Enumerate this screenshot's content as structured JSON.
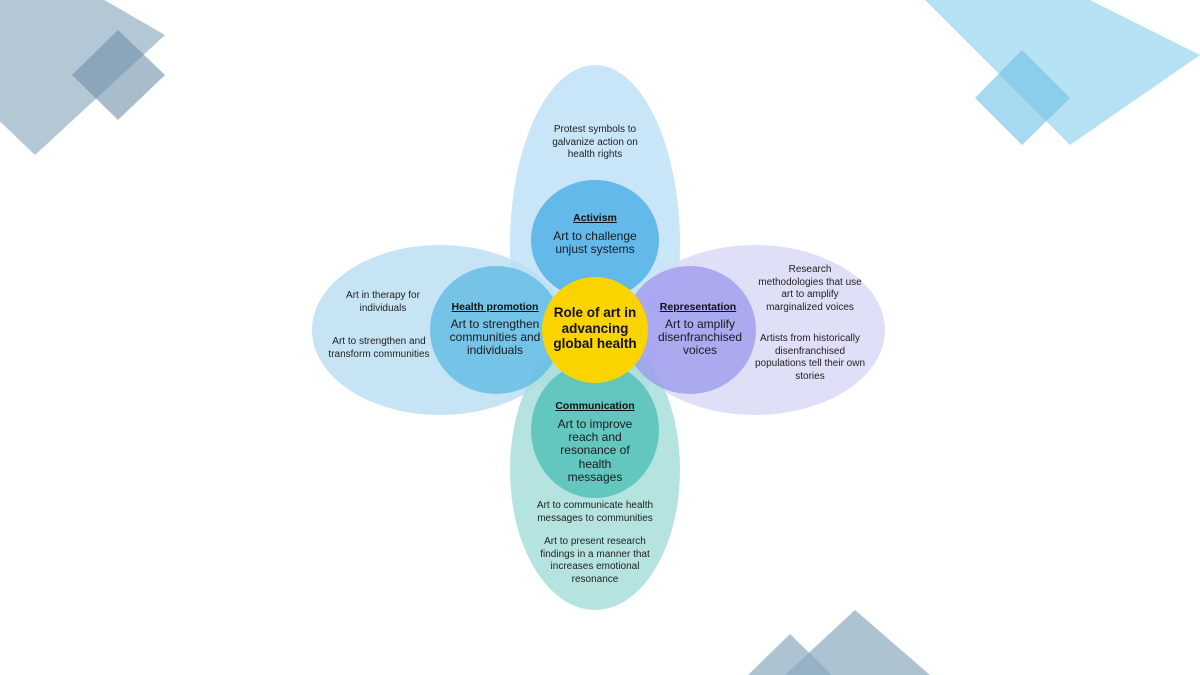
{
  "diagram": {
    "center": {
      "title": "Role of art in advancing global health"
    },
    "petals": {
      "activism": {
        "heading": "Activism",
        "description": "Art to challenge unjust systems",
        "examples": [
          "Protest symbols to galvanize action on health rights"
        ]
      },
      "health_promotion": {
        "heading": "Health promotion",
        "description": "Art to strengthen communities and individuals",
        "examples": [
          "Art in therapy for individuals",
          "Art to strengthen and transform communities"
        ]
      },
      "representation": {
        "heading": "Representation",
        "description": "Art to amplify disenfranchised voices",
        "examples": [
          "Research methodologies that use art to amplify marginalized voices",
          "Artists from historically disenfranchised populations tell their own stories"
        ]
      },
      "communication": {
        "heading": "Communication",
        "description": "Art to improve reach and resonance of health messages",
        "examples": [
          "Art to communicate health messages to communities",
          "Art to present research findings in a manner that increases emotional resonance"
        ]
      }
    },
    "colors": {
      "activism_outer": "#bfe1f7",
      "activism_inner": "#4aaee6",
      "health_outer": "#bcdff2",
      "health_inner": "#5ab8e3",
      "representation_outer": "#d9daf6",
      "representation_inner": "#9a97ee",
      "communication_outer": "#a8dedb",
      "communication_inner": "#4fbfb7",
      "center": "#fbd400",
      "decor_gray": "#8aa9bf",
      "decor_blue": "#8fd0ec"
    }
  }
}
